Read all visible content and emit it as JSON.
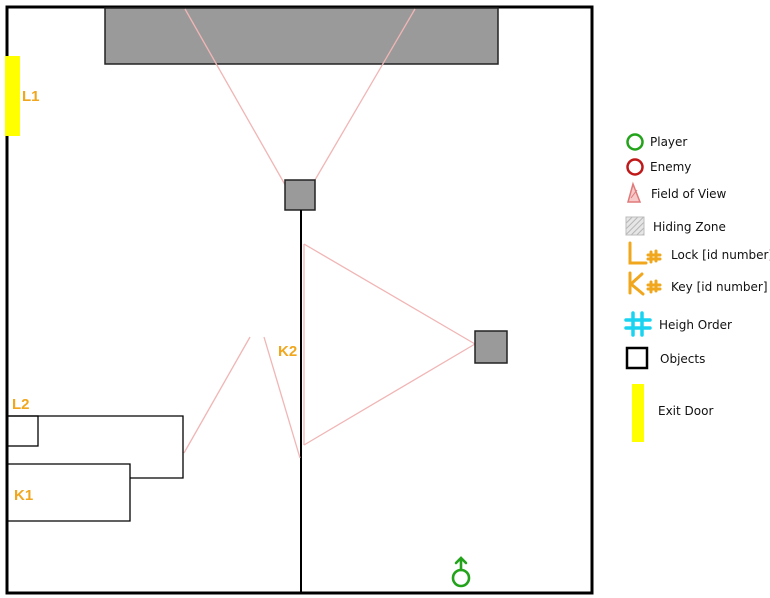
{
  "map": {
    "labels": {
      "l1": "L1",
      "l2": "L2",
      "k1": "K1",
      "k2": "K2"
    }
  },
  "legend": {
    "player": "Player",
    "enemy": "Enemy",
    "field_of_view": "Field of View",
    "hiding_zone": "Hiding Zone",
    "lock": "Lock [id number]",
    "key": "Key [id number]",
    "height_order": "Heigh Order",
    "objects": "Objects",
    "exit_door": "Exit Door",
    "lock_symbol": "L#",
    "key_symbol": "K#",
    "height_symbol": "#"
  },
  "colors": {
    "player": "#22a31a",
    "enemy": "#c01818",
    "fov": "#f1b5b5",
    "hiding_zone": "#c8c8c8",
    "lock_key": "#f0a71e",
    "height_order": "#19d3f0",
    "exit_door": "#ffff00",
    "object_fill": "#9a9a9a",
    "wall": "#000000"
  },
  "icons": {
    "player": "circle-icon",
    "enemy": "circle-icon",
    "player_marker": "male-symbol-icon",
    "height_order": "hash-icon"
  }
}
